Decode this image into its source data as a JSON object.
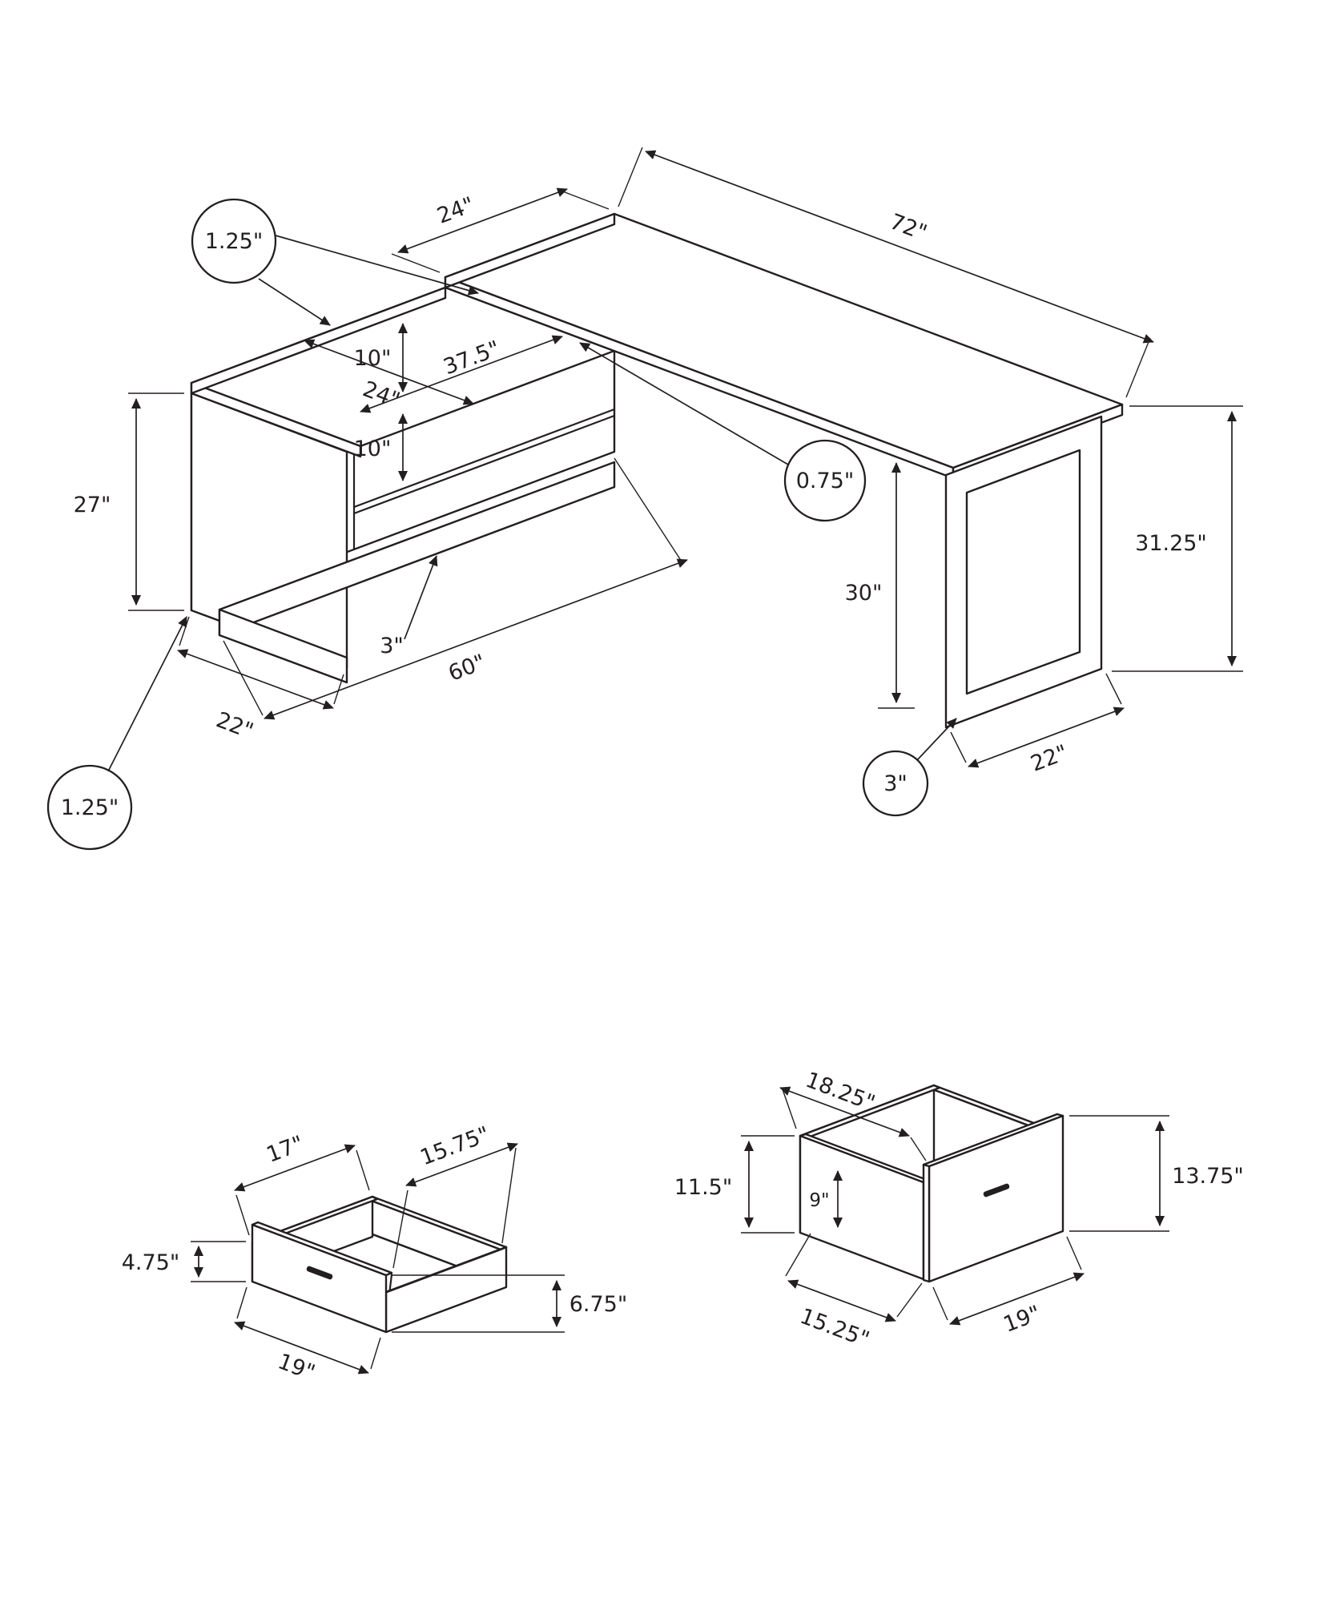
{
  "drawing": {
    "background": "#ffffff",
    "line_color": "#231f20"
  },
  "main_view": {
    "desk_depth": "24\"",
    "desk_length": "72\"",
    "top_thickness": "1.25\"",
    "return_width": "24\"",
    "cabinet_height": "27\"",
    "shelf_opening_top": "10\"",
    "shelf_width": "37.5\"",
    "shelf_opening_bottom": "10\"",
    "shelf_thickness": "0.75\"",
    "leg_clearance": "30\"",
    "overall_height": "31.25\"",
    "cabinet_length": "60\"",
    "base_height": "3\"",
    "cabinet_depth": "22\"",
    "bottom_thickness": "1.25\"",
    "leg_frame_thickness": "3\"",
    "leg_depth": "22\""
  },
  "small_drawer": {
    "outer_depth": "17\"",
    "inner_depth": "15.75\"",
    "side_height": "4.75\"",
    "front_height": "6.75\"",
    "front_width": "19\""
  },
  "large_drawer": {
    "outer_depth": "18.25\"",
    "side_height": "11.5\"",
    "inner_height": "9\"",
    "front_height": "13.75\"",
    "inner_depth": "15.25\"",
    "front_width": "19\""
  }
}
